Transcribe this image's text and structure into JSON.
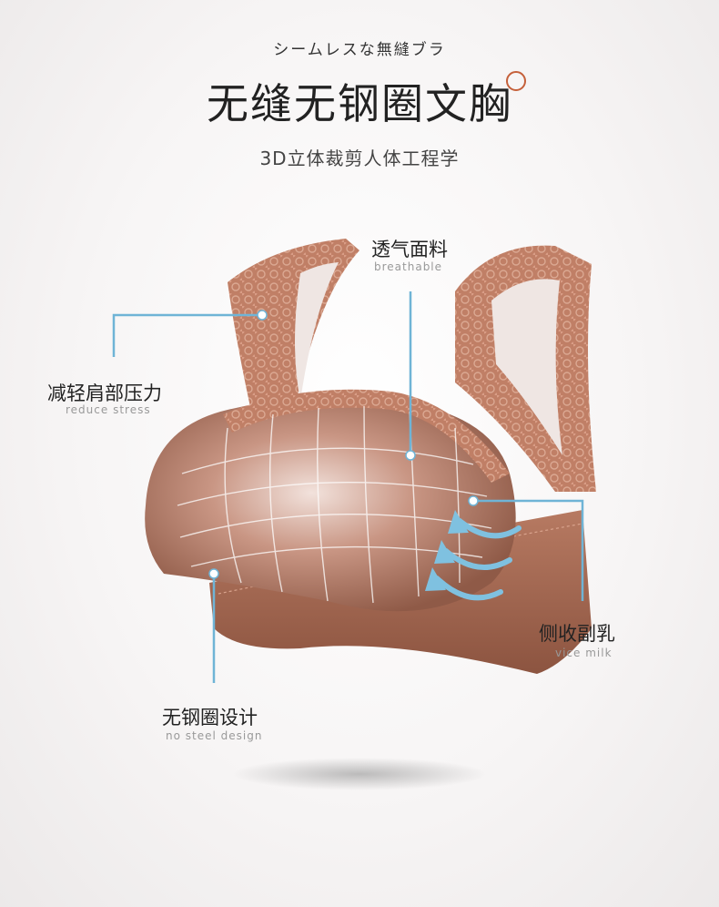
{
  "header": {
    "jp_title": "シームレスな無縫ブラ",
    "main_title": "无缝无钢圈文胸",
    "subtitle": "3D立体裁剪人体工程学"
  },
  "callouts": {
    "breathable": {
      "cn": "透气面料",
      "en": "breathable"
    },
    "reduce_stress": {
      "cn": "减轻肩部压力",
      "en": "reduce stress"
    },
    "vice_milk": {
      "cn": "侧收副乳",
      "en": "vice milk"
    },
    "no_steel": {
      "cn": "无钢圈设计",
      "en": "no steel design"
    }
  },
  "colors": {
    "accent_ring": "#c5603a",
    "line_blue": "#6fb4d6",
    "fabric": "#a86a52",
    "lace": "#c98a72"
  }
}
